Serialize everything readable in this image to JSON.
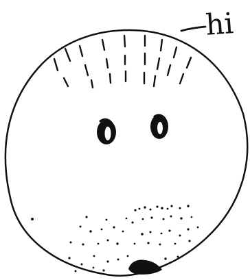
{
  "sketch": {
    "label_text": "hi",
    "colors": {
      "ink": "#111111",
      "paper": "#ffffff"
    },
    "icons": {
      "face": "round-face-sketch",
      "hair": "short-dashed-hair-strokes",
      "eyes": "oval-eye-icons",
      "stubble": "dotted-beard-stubble",
      "mouth": "black-semicircle-mouth",
      "label_pointer": "dash-line-pointer"
    }
  }
}
